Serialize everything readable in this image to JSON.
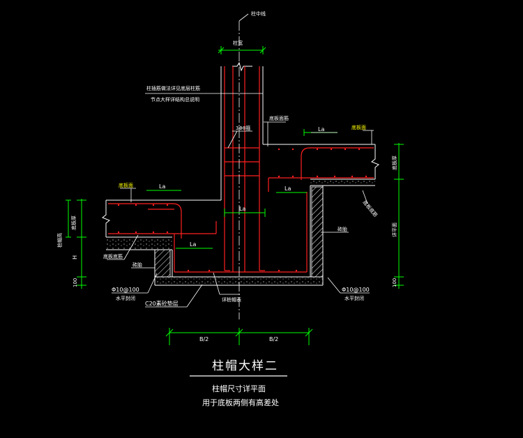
{
  "labels": {
    "column_centerline": "柱中线",
    "column_width": "柱宽",
    "note_line1": "柱插筋做法详见底层柱筋",
    "note_line2": "节点大样详结构总说明",
    "hoops": "3Φ8箍",
    "la_right_top": "La",
    "bottom_bar_right_top": "底板面筋",
    "top_face_right": "底板面",
    "la_center_upper": "La",
    "la_center_lower": "La",
    "la_left_top": "La",
    "top_face_left": "底板面",
    "bottom_bar_left": "底板底筋",
    "la_left_lower": "La",
    "bottom_bar_right": "底板底筋",
    "side_h_left": "底板厚",
    "side_h_right": "底板厚",
    "pilecap_height_left": "桩帽高",
    "pilecap_height_right": "详平面",
    "brick_wall_left": "砖胎",
    "brick_wall_right": "砖胎",
    "h_label": "H",
    "left_100": "100",
    "right_100": "100",
    "mesh_left": "Φ10@100",
    "mesh_left_sub": "水平封闭",
    "mesh_right": "Φ10@100",
    "mesh_right_sub": "水平封闭",
    "cushion": "C20素砼垫层",
    "pile_cap_bar": "详桩帽表"
  },
  "dimensions": {
    "half_left": "B/2",
    "half_right": "B/2"
  },
  "title": "柱帽大样二",
  "subtitle_line1": "柱帽尺寸详平面",
  "subtitle_line2": "用于底板两侧有高差处",
  "colors": {
    "background": "#000000",
    "line": "#ffffff",
    "rebar": "#ff2020",
    "dimension": "#00ff00",
    "accent": "#ffff00"
  }
}
